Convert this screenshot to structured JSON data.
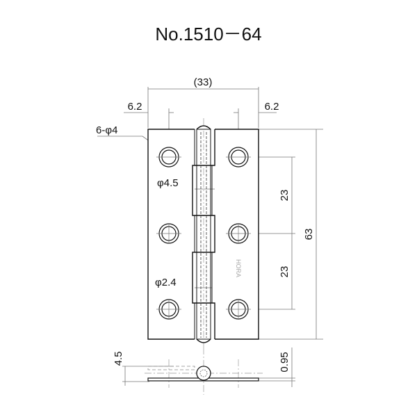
{
  "title": "No.1510－64",
  "dimensions": {
    "overall_width": "(33)",
    "left_offset": "6.2",
    "right_offset": "6.2",
    "holes": "6-φ4",
    "knuckle_diameter": "φ4.5",
    "pin_diameter": "φ2.4",
    "hole_pitch_upper": "23",
    "hole_pitch_lower": "23",
    "overall_height": "63",
    "thickness_closed": "4.5",
    "leaf_thickness": "0.95"
  },
  "stamp": "HORA"
}
